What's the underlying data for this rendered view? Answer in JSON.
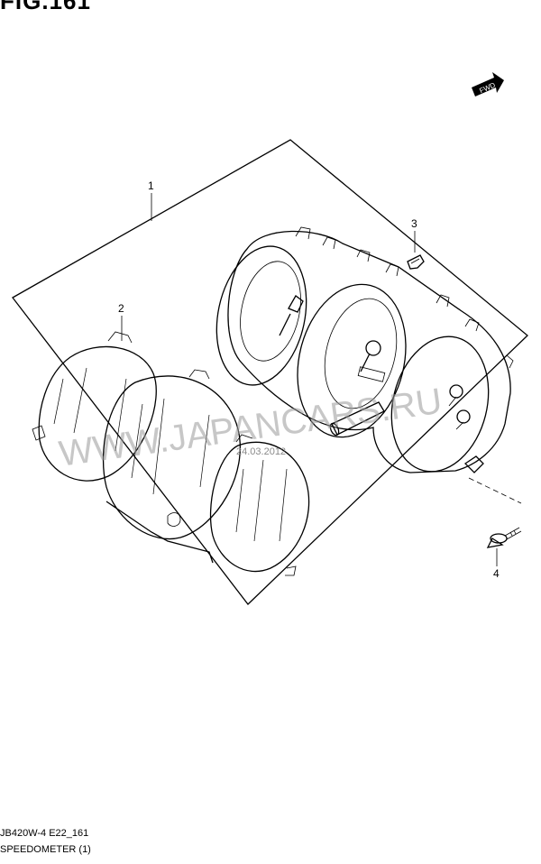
{
  "figure": {
    "title": "FIG.161",
    "code": "JB420W-4 E22_161",
    "caption": "SPEEDOMETER (1)"
  },
  "direction_badge": {
    "label": "FWD",
    "icon": "fwd-arrow-icon"
  },
  "callouts": [
    "1",
    "2",
    "3",
    "4"
  ],
  "watermark": {
    "text": "WWW.JAPANCARS.RU",
    "date": "24.03.2012"
  }
}
